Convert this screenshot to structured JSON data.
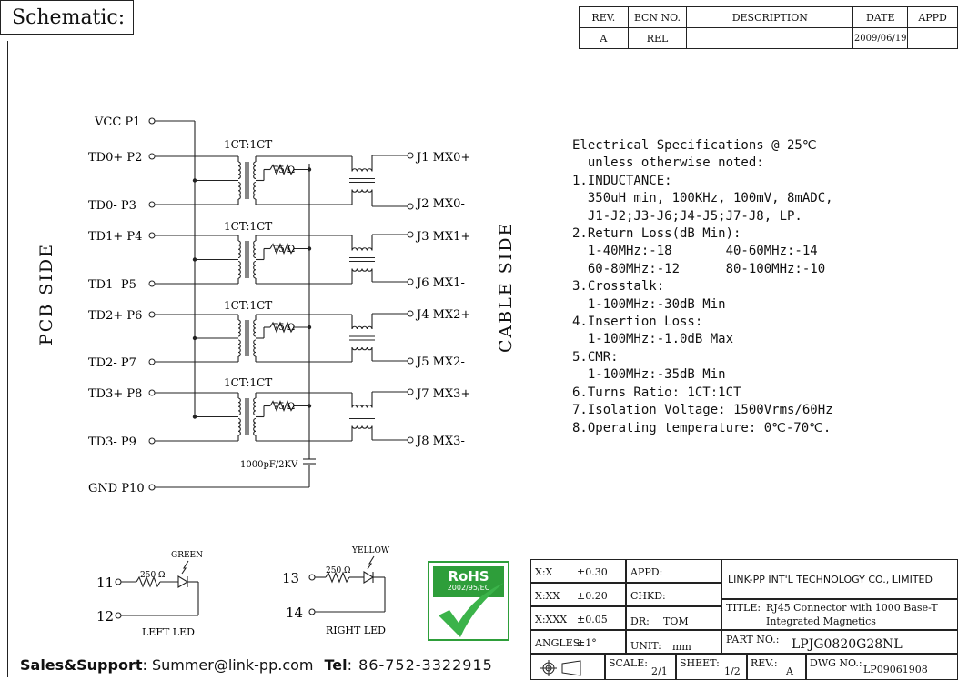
{
  "sheet_title": "Schematic:",
  "revision_table": {
    "headers": [
      "REV.",
      "ECN NO.",
      "DESCRIPTION",
      "DATE",
      "APPD"
    ],
    "row": [
      "A",
      "REL",
      "",
      "2009/06/19",
      ""
    ]
  },
  "pcb_side_label": "PCB SIDE",
  "cable_side_label": "CABLE SIDE",
  "left_pins": {
    "vcc": "VCC P1",
    "td0p": "TD0+ P2",
    "td0m": "TD0- P3",
    "td1p": "TD1+ P4",
    "td1m": "TD1- P5",
    "td2p": "TD2+ P6",
    "td2m": "TD2- P7",
    "td3p": "TD3+ P8",
    "td3m": "TD3- P9",
    "gnd": "GND P10"
  },
  "right_pins": {
    "j1": "J1 MX0+",
    "j2": "J2 MX0-",
    "j3": "J3 MX1+",
    "j6": "J6 MX1-",
    "j4": "J4 MX2+",
    "j5": "J5 MX2-",
    "j7": "J7 MX3+",
    "j8": "J8 MX3-"
  },
  "turns_label": "1CT:1CT",
  "resistor_label": "75 Ω",
  "capacitor_label": "1000pF/2KV",
  "specs": [
    "Electrical Specifications @ 25℃",
    "  unless otherwise noted:",
    "1.INDUCTANCE:",
    "  350uH min, 100KHz, 100mV, 8mADC,",
    "  J1-J2;J3-J6;J4-J5;J7-J8, LP.",
    "2.Return Loss(dB Min):",
    "  1-40MHz:-18       40-60MHz:-14",
    "  60-80MHz:-12      80-100MHz:-10",
    "3.Crosstalk:",
    "  1-100MHz:-30dB Min",
    "4.Insertion Loss:",
    "  1-100MHz:-1.0dB Max",
    "5.CMR:",
    "  1-100MHz:-35dB Min",
    "6.Turns Ratio: 1CT:1CT",
    "7.Isolation Voltage: 1500Vrms/60Hz",
    "8.Operating temperature: 0℃-70℃."
  ],
  "left_led": {
    "pin_a": "11",
    "pin_b": "12",
    "resistor": "250 Ω",
    "color": "GREEN",
    "label": "LEFT LED"
  },
  "right_led": {
    "pin_a": "13",
    "pin_b": "14",
    "resistor": "250 Ω",
    "color": "YELLOW",
    "label": "RIGHT LED"
  },
  "rohs": {
    "title": "RoHS",
    "directive": "2002/95/EC",
    "accent": "#2e9e3a"
  },
  "footer": {
    "sales_label": "Sales&Support",
    "sales_value": ": Summer@link-pp.com",
    "tel_label": "Tel",
    "tel_value": ":  86-752-3322915"
  },
  "title_block": {
    "tol_x_label": "X:X",
    "tol_x": "±0.30",
    "tol_xx_label": "X:XX",
    "tol_xx": "±0.20",
    "tol_xxx_label": "X:XXX",
    "tol_xxx": "±0.05",
    "angles_label": "ANGLES",
    "angles": "±1°",
    "appd_label": "APPD:",
    "chkd_label": "CHKD:",
    "dr_label": "DR:",
    "dr": "TOM",
    "unit_label": "UNIT:",
    "unit": "mm",
    "company": "LINK-PP INT'L TECHNOLOGY CO., LIMITED",
    "title_label": "TITLE:",
    "title_line1": "RJ45 Connector with 1000 Base-T",
    "title_line2": "Integrated Magnetics",
    "part_label": "PART NO.:",
    "part": "LPJG0820G28NL",
    "scale_label": "SCALE:",
    "scale": "2/1",
    "sheet_label": "SHEET:",
    "sheet": "1/2",
    "rev_label": "REV.:",
    "rev": "A",
    "dwg_label": "DWG NO.:",
    "dwg": "LP09061908"
  }
}
